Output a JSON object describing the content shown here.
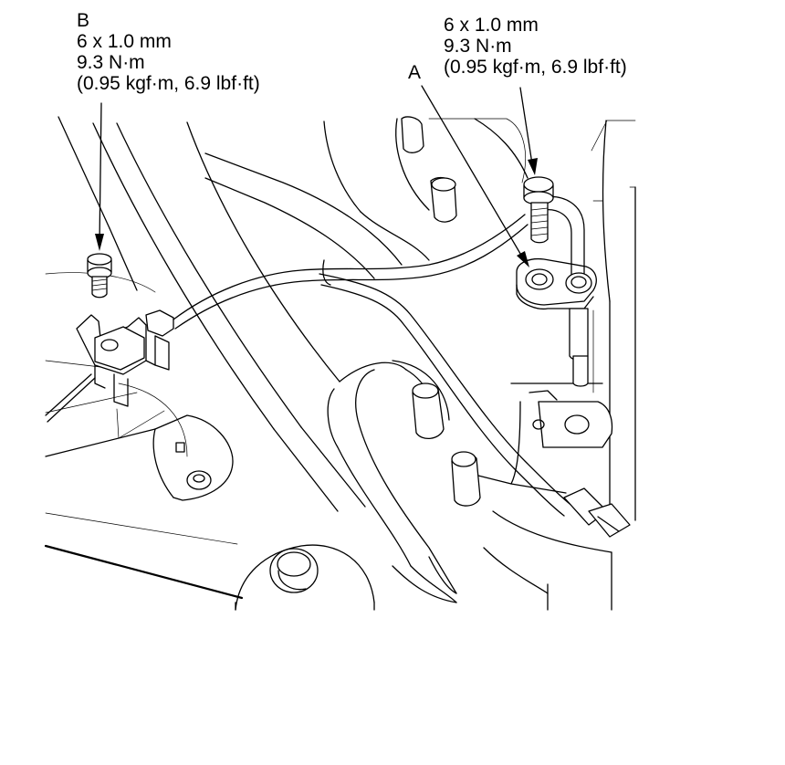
{
  "callouts": {
    "b": {
      "letter": "B",
      "size": "6 x 1.0 mm",
      "torque_nm": "9.3 N·m",
      "torque_alt": "(0.95 kgf·m, 6.9 lbf·ft)"
    },
    "a": {
      "letter": "A",
      "size": "6 x 1.0 mm",
      "torque_nm": "9.3 N·m",
      "torque_alt": "(0.95 kgf·m, 6.9 lbf·ft)"
    }
  },
  "colors": {
    "line": "#000000",
    "background": "#ffffff"
  },
  "icons": [
    "bolt-b",
    "bolt-a",
    "sensor-bracket",
    "harness-clip",
    "wheel-speed-sensor-harness"
  ]
}
